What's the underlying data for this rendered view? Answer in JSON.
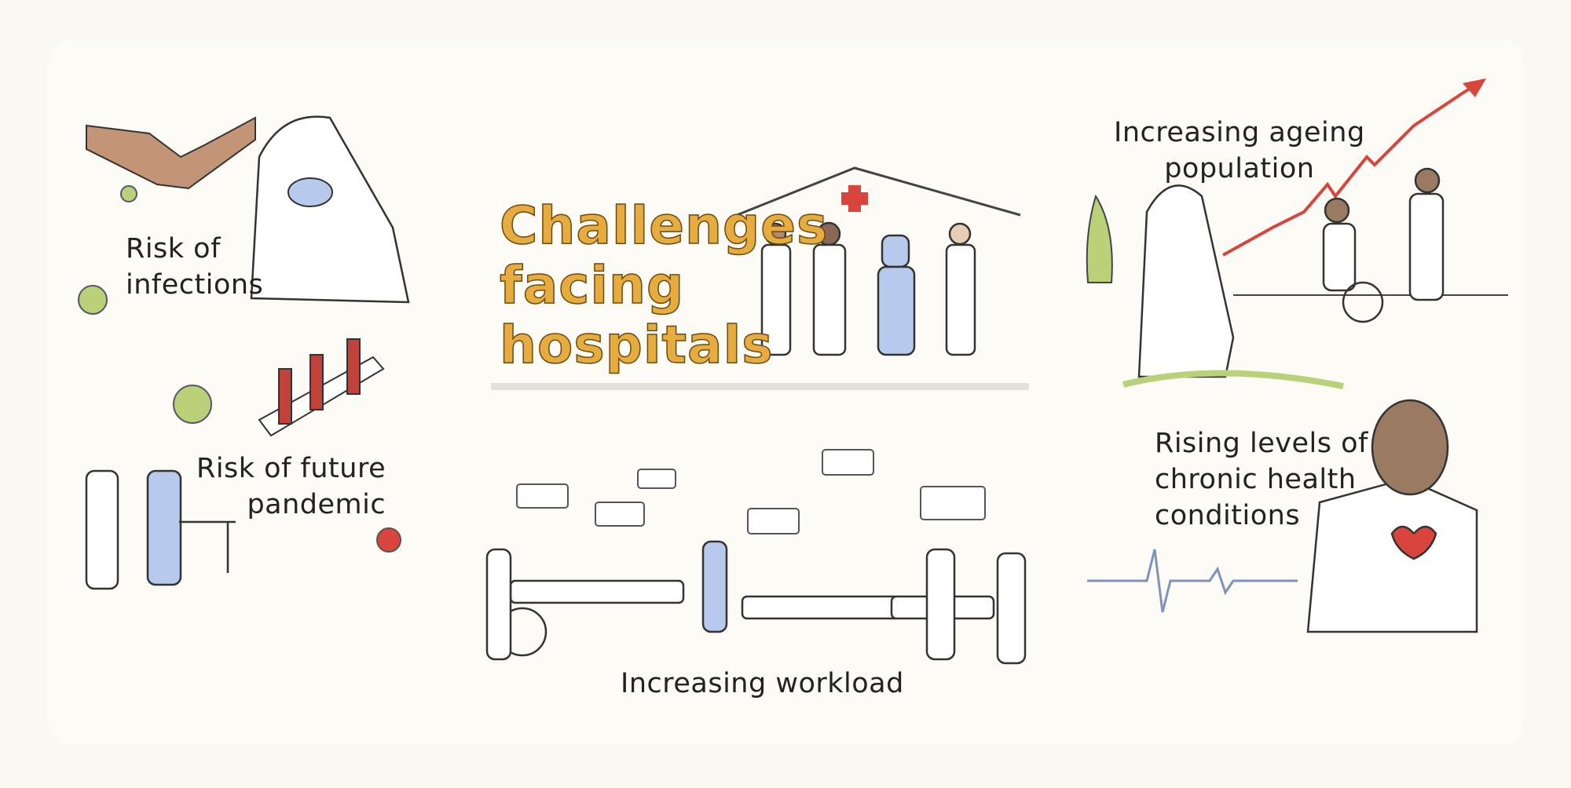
{
  "title": {
    "line1": "Challenges",
    "line2": "facing",
    "line3": "hospitals"
  },
  "sections": {
    "infections": {
      "line1": "Risk of",
      "line2": "infections"
    },
    "pandemic": {
      "line1": "Risk of future",
      "line2": "pandemic"
    },
    "workload": {
      "label": "Increasing workload"
    },
    "ageing": {
      "line1": "Increasing ageing",
      "line2": "population"
    },
    "chronic": {
      "line1": "Rising levels of",
      "line2": "chronic health",
      "line3": "conditions"
    }
  },
  "colors": {
    "title": "#e6ac3f",
    "accent_red": "#d9453c",
    "virus_green": "#b9d27a",
    "scrub_blue": "#b7c9ec"
  }
}
